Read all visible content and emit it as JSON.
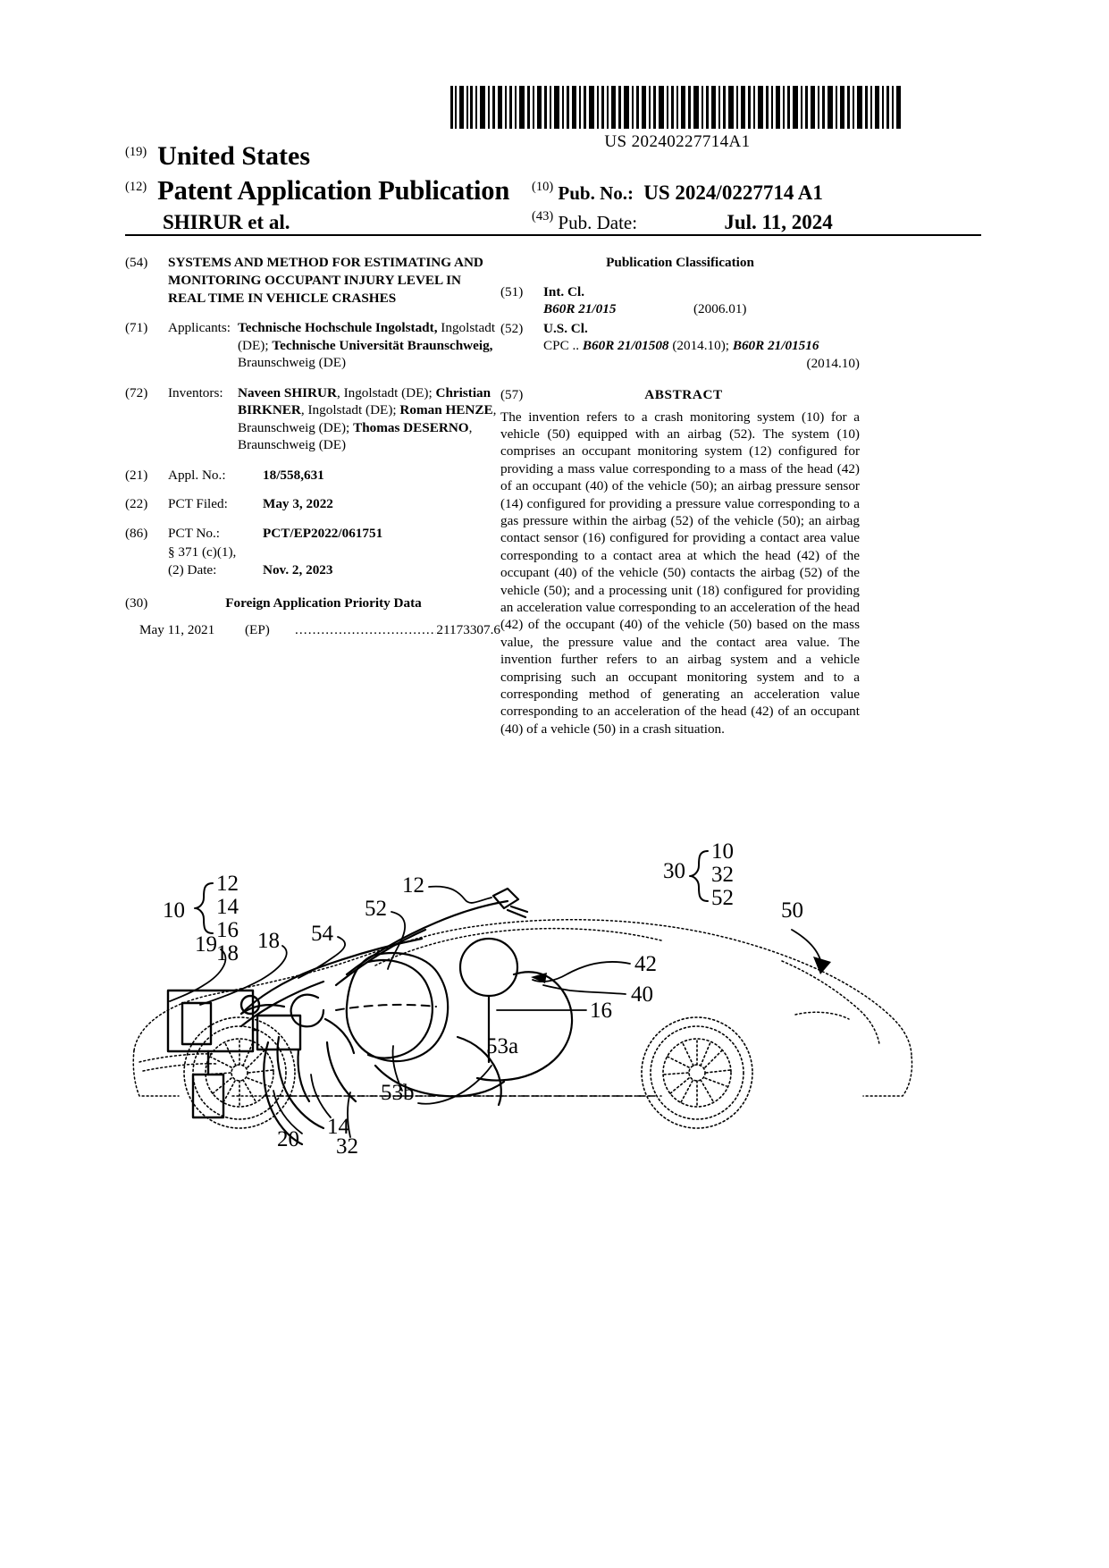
{
  "barcode": {
    "number": "US 20240227714A1"
  },
  "masthead": {
    "tag_19": "(19)",
    "country": "United States",
    "tag_12": "(12)",
    "doc_type": "Patent Application Publication",
    "authors": "SHIRUR et al.",
    "tag_10": "(10)",
    "pubno_label": "Pub. No.:",
    "pubno_value": "US 2024/0227714 A1",
    "tag_43": "(43)",
    "pubdate_label": "Pub. Date:",
    "pubdate_value": "Jul. 11, 2024"
  },
  "left": {
    "title_code": "(54)",
    "title": "SYSTEMS AND METHOD FOR ESTIMATING AND MONITORING OCCUPANT INJURY LEVEL IN REAL TIME IN VEHICLE CRASHES",
    "applicants_code": "(71)",
    "applicants_label": "Applicants:",
    "applicants": [
      {
        "name": "Technische Hochschule Ingolstadt,",
        "city": "Ingolstadt (DE);"
      },
      {
        "name": "Technische Universität Braunschweig,",
        "city": "Braunschweig (DE)"
      }
    ],
    "applicants_line1_bold": "Technische Hochschule Ingolstadt,",
    "applicants_line2_plain": "Ingolstadt (DE);",
    "applicants_line2_bold": "Technische",
    "applicants_line3_bold": "Universität Braunschweig,",
    "applicants_line4_plain": "Braunschweig (DE)",
    "inventors_code": "(72)",
    "inventors_label": "Inventors:",
    "inventors": [
      {
        "name": "Naveen SHIRUR",
        "loc": ", Ingolstadt (DE);"
      },
      {
        "name": "Christian BIRKNER",
        "loc": ", Ingolstadt (DE);"
      },
      {
        "name": "Roman HENZE",
        "loc": ", Braunschweig (DE);"
      },
      {
        "name": "Thomas DESERNO",
        "loc": ", Braunschweig"
      }
    ],
    "inventors_last_line": "(DE)",
    "appl_code": "(21)",
    "appl_label": "Appl. No.:",
    "appl_value": "18/558,631",
    "pctfiled_code": "(22)",
    "pctfiled_label": "PCT Filed:",
    "pctfiled_value": "May 3, 2022",
    "pctno_code": "(86)",
    "pctno_label": "PCT No.:",
    "pctno_value": "PCT/EP2022/061751",
    "sec371_line1": "§ 371 (c)(1),",
    "sec371_line2": "(2) Date:",
    "sec371_value": "Nov. 2, 2023",
    "foreign_code": "(30)",
    "foreign_heading": "Foreign Application Priority Data",
    "priority_date": "May 11, 2021",
    "priority_country": "(EP)",
    "priority_dots": "...................................",
    "priority_number": "21173307.6"
  },
  "right": {
    "classification_heading": "Publication Classification",
    "intcl_code": "(51)",
    "intcl_label": "Int. Cl.",
    "intcl_value": "B60R 21/015",
    "intcl_version": "(2006.01)",
    "uscl_code": "(52)",
    "uscl_label": "U.S. Cl.",
    "cpc_prefix": "CPC ..",
    "cpc_first": "B60R 21/01508",
    "cpc_first_date": "(2014.10);",
    "cpc_second": "B60R 21/01516",
    "cpc_second_date": "(2014.10)",
    "abstract_code": "(57)",
    "abstract_heading": "ABSTRACT",
    "abstract_text": "The invention refers to a crash monitoring system (10) for a vehicle (50) equipped with an airbag (52). The system (10) comprises an occupant monitoring system (12) configured for providing a mass value corresponding to a mass of the head (42) of an occupant (40) of the vehicle (50); an airbag pressure sensor (14) configured for providing a pressure value corresponding to a gas pressure within the airbag (52) of the vehicle (50); an airbag contact sensor (16) configured for providing a contact area value corresponding to a contact area at which the head (42) of the occupant (40) of the vehicle (50) contacts the airbag (52) of the vehicle (50); and a processing unit (18) configured for providing an acceleration value corresponding to an acceleration of the head (42) of the occupant (40) of the vehicle (50) based on the mass value, the pressure value and the contact area value. The invention further refers to an airbag system and a vehicle comprising such an occupant monitoring system and to a corresponding method of generating an acceleration value corresponding to an acceleration of the head (42) of an occupant (40) of a vehicle (50) in a crash situation."
  },
  "figure": {
    "callouts": {
      "group10_leader": "10",
      "group10_items": [
        "12",
        "14",
        "16",
        "18"
      ],
      "group30_leader": "30",
      "group30_items": [
        "10",
        "32",
        "52"
      ],
      "n19": "19",
      "n18": "18",
      "n54": "54",
      "n52": "52",
      "n12": "12",
      "n42": "42",
      "n40": "40",
      "n16": "16",
      "n50": "50",
      "n53a": "53a",
      "n53b": "53b",
      "n14": "14",
      "n20": "20",
      "n32": "32"
    }
  }
}
